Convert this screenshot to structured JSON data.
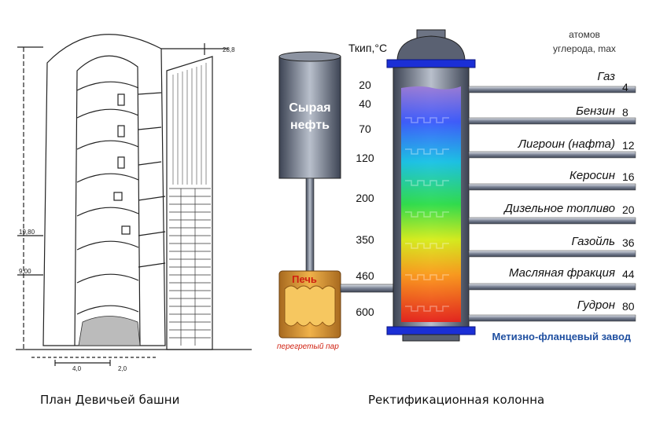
{
  "captions": {
    "left": "План Девичьей башни",
    "right": "Ректификационная колонна"
  },
  "tower": {
    "dims": {
      "h1": "19,80",
      "h2": "9,00",
      "w1": "4,0",
      "w2": "2,0",
      "top": "28,8"
    }
  },
  "column": {
    "tboil_header": "Ткип,°С",
    "carbon_header_line1": "атомов",
    "carbon_header_line2": "углерода, max",
    "temperatures": [
      "20",
      "40",
      "70",
      "120",
      "200",
      "350",
      "460",
      "600"
    ],
    "fractions": [
      {
        "name": "Газ",
        "carbon": "4"
      },
      {
        "name": "Бензин",
        "carbon": "8"
      },
      {
        "name": "Лигроин (нафта)",
        "carbon": "12"
      },
      {
        "name": "Керосин",
        "carbon": "16"
      },
      {
        "name": "Дизельное топливо",
        "carbon": "20"
      },
      {
        "name": "Газойль",
        "carbon": "36"
      },
      {
        "name": "Масляная фракция",
        "carbon": "44"
      },
      {
        "name": "Гудрон",
        "carbon": "80"
      }
    ],
    "tank_line1": "Сырая",
    "tank_line2": "нефть",
    "furnace_label": "Печь",
    "steam_label": "перегретый пар",
    "footer_brand": "Метизно-фланцевый завод"
  },
  "colors": {
    "steel_dark": "#4a5263",
    "steel_light": "#b9c0cc",
    "flange_blue": "#1b2fd6",
    "furnace_orange": "#e8a335",
    "brand_blue": "#1f4fa0"
  }
}
